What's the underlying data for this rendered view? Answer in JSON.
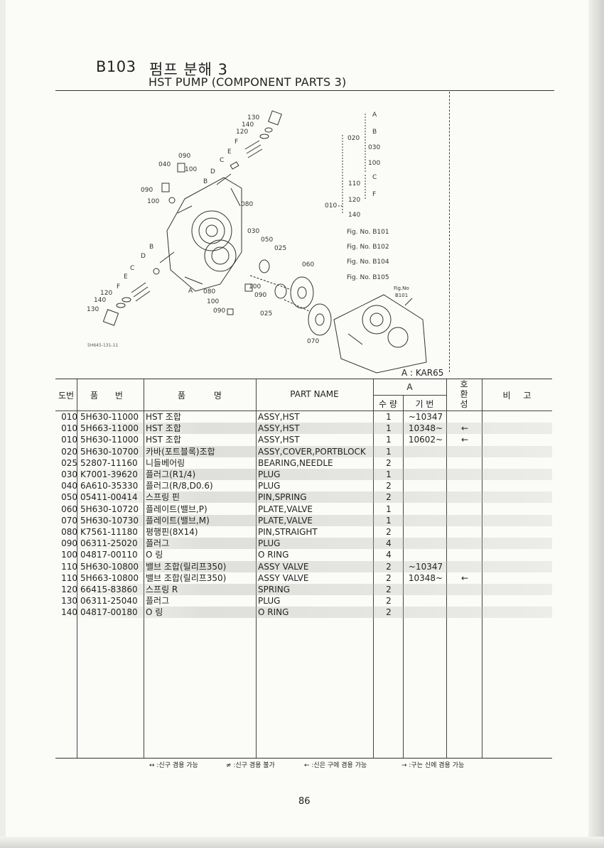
{
  "header": {
    "code": "B103",
    "title_ko": "펌프 분해 3",
    "title_en": "HST PUMP (COMPONENT PARTS 3)"
  },
  "diagram": {
    "image_id": "5H645-131-11",
    "callouts": [
      "130",
      "140",
      "120",
      "F",
      "E",
      "C",
      "D",
      "B",
      "090",
      "040",
      "100",
      "090",
      "100",
      "080",
      "030",
      "050",
      "025",
      "060",
      "100",
      "090",
      "080",
      "100",
      "090",
      "025",
      "070",
      "A",
      "B",
      "D",
      "C",
      "E",
      "F",
      "120",
      "140",
      "130",
      "A",
      "B",
      "C",
      "F"
    ],
    "ref_group": {
      "label": "010",
      "sub_label": "020",
      "items": [
        "020",
        "030",
        "100",
        "110",
        "120",
        "140"
      ],
      "refs": [
        "Fig. No. B101",
        "Fig. No. B102",
        "Fig. No. B104",
        "Fig. No. B105"
      ],
      "ranges": [
        {
          "from": "A",
          "to": "B"
        },
        {
          "from": "030",
          "to": "100"
        },
        {
          "from": "C",
          "to": "F"
        },
        {
          "from": "120",
          "to": "140"
        }
      ],
      "fig_tag": "Fig.No",
      "fig_tag_value": "B101"
    }
  },
  "model_note": "A : KAR65",
  "table": {
    "headers": {
      "no": "도번",
      "part_no": "품 번",
      "name_ko": "품 명",
      "part_name": "PART NAME",
      "group_a": "A",
      "qty": "수 량",
      "serial": "기 번",
      "compat": "호\n환\n성",
      "remarks": "비 고"
    },
    "rows": [
      {
        "no": "010",
        "part_no": "5H630-11000",
        "name_ko": "HST 조합",
        "name_en": "ASSY,HST",
        "qty": "1",
        "serial": "~10347",
        "compat": "",
        "shade": false
      },
      {
        "no": "010",
        "part_no": "5H663-11000",
        "name_ko": "HST 조합",
        "name_en": "ASSY,HST",
        "qty": "1",
        "serial": "10348~",
        "compat": "←",
        "shade": true
      },
      {
        "no": "010",
        "part_no": "5H630-11000",
        "name_ko": "HST 조합",
        "name_en": "ASSY,HST",
        "qty": "1",
        "serial": "10602~",
        "compat": "←",
        "shade": false
      },
      {
        "no": "020",
        "part_no": "5H630-10700",
        "name_ko": "카바(포트블록)조합",
        "name_en": "ASSY,COVER,PORTBLOCK",
        "qty": "1",
        "serial": "",
        "compat": "",
        "shade": true
      },
      {
        "no": "025",
        "part_no": "52807-11160",
        "name_ko": "니들베어링",
        "name_en": "BEARING,NEEDLE",
        "qty": "2",
        "serial": "",
        "compat": "",
        "shade": false
      },
      {
        "no": "030",
        "part_no": "K7001-39620",
        "name_ko": "플러그(R1/4)",
        "name_en": "PLUG",
        "qty": "1",
        "serial": "",
        "compat": "",
        "shade": true
      },
      {
        "no": "040",
        "part_no": "6A610-35330",
        "name_ko": "플러그(R/8,D0.6)",
        "name_en": "PLUG",
        "qty": "2",
        "serial": "",
        "compat": "",
        "shade": false
      },
      {
        "no": "050",
        "part_no": "05411-00414",
        "name_ko": "스프링 핀",
        "name_en": "PIN,SPRING",
        "qty": "2",
        "serial": "",
        "compat": "",
        "shade": true
      },
      {
        "no": "060",
        "part_no": "5H630-10720",
        "name_ko": "플레이트(밸브,P)",
        "name_en": "PLATE,VALVE",
        "qty": "1",
        "serial": "",
        "compat": "",
        "shade": false
      },
      {
        "no": "070",
        "part_no": "5H630-10730",
        "name_ko": "플레이트(밸브,M)",
        "name_en": "PLATE,VALVE",
        "qty": "1",
        "serial": "",
        "compat": "",
        "shade": true
      },
      {
        "no": "080",
        "part_no": "K7561-11180",
        "name_ko": "평행핀(8X14)",
        "name_en": "PIN,STRAIGHT",
        "qty": "2",
        "serial": "",
        "compat": "",
        "shade": false
      },
      {
        "no": "090",
        "part_no": "06311-25020",
        "name_ko": "플러그",
        "name_en": "PLUG",
        "qty": "4",
        "serial": "",
        "compat": "",
        "shade": true
      },
      {
        "no": "100",
        "part_no": "04817-00110",
        "name_ko": "O 링",
        "name_en": "O RING",
        "qty": "4",
        "serial": "",
        "compat": "",
        "shade": false
      },
      {
        "no": "110",
        "part_no": "5H630-10800",
        "name_ko": "밸브 조합(릴리프350)",
        "name_en": "ASSY VALVE",
        "qty": "2",
        "serial": "~10347",
        "compat": "",
        "shade": true
      },
      {
        "no": "110",
        "part_no": "5H663-10800",
        "name_ko": "밸브 조합(릴리프350)",
        "name_en": "ASSY VALVE",
        "qty": "2",
        "serial": "10348~",
        "compat": "←",
        "shade": false
      },
      {
        "no": "120",
        "part_no": "66415-83860",
        "name_ko": "스프링 R",
        "name_en": "SPRING",
        "qty": "2",
        "serial": "",
        "compat": "",
        "shade": true
      },
      {
        "no": "130",
        "part_no": "06311-25040",
        "name_ko": "플러그",
        "name_en": "PLUG",
        "qty": "2",
        "serial": "",
        "compat": "",
        "shade": false
      },
      {
        "no": "140",
        "part_no": "04817-00180",
        "name_ko": "O 링",
        "name_en": "O RING",
        "qty": "2",
        "serial": "",
        "compat": "",
        "shade": true
      }
    ]
  },
  "legend": {
    "item1": "↔ :신구 겸용 가능",
    "item2": "≠ :신구 겸용 불가",
    "item3": "← :신은 구에 겸용 가능",
    "item4": "→ :구는 신에 겸용 가능"
  },
  "page_number": "86"
}
